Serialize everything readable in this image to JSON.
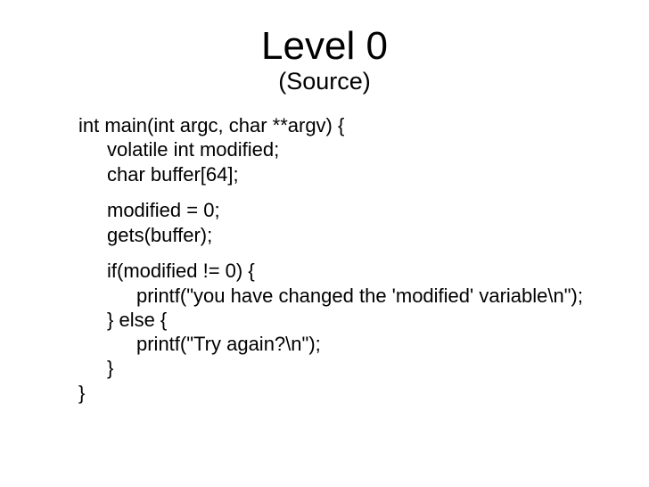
{
  "slide": {
    "title": "Level 0",
    "subtitle": "(Source)",
    "colors": {
      "background": "#ffffff",
      "text": "#000000"
    },
    "code_lines": [
      {
        "indent": 0,
        "text": "int main(int argc, char **argv) {"
      },
      {
        "indent": 1,
        "text": "volatile int modified;"
      },
      {
        "indent": 1,
        "text": "char buffer[64];"
      },
      {
        "indent": 0,
        "text": ""
      },
      {
        "indent": 1,
        "text": "modified = 0;"
      },
      {
        "indent": 1,
        "text": "gets(buffer);"
      },
      {
        "indent": 0,
        "text": ""
      },
      {
        "indent": 1,
        "text": "if(modified != 0) {"
      },
      {
        "indent": 2,
        "text": "printf(\"you have changed the 'modified' variable\\n\");"
      },
      {
        "indent": 1,
        "text": "} else {"
      },
      {
        "indent": 2,
        "text": "printf(\"Try again?\\n\");"
      },
      {
        "indent": 1,
        "text": "}"
      },
      {
        "indent": 0,
        "text": "}"
      }
    ]
  }
}
